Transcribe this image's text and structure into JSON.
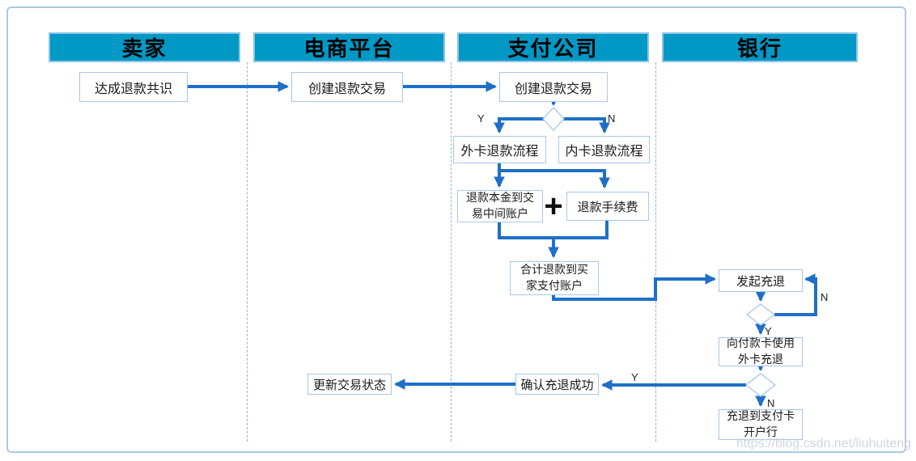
{
  "lanes": [
    {
      "label": "卖家"
    },
    {
      "label": "电商平台"
    },
    {
      "label": "支付公司"
    },
    {
      "label": "银行"
    }
  ],
  "nodes": {
    "seller_consensus": "达成退款共识",
    "platform_create_refund": "创建退款交易",
    "payment_create_refund": "创建退款交易",
    "foreign_card_refund": "外卡退款流程",
    "domestic_card_refund": "内卡退款流程",
    "refund_principal": "退款本金到交易中间账户",
    "refund_fee": "退款手续费",
    "total_refund": "合计退款到买家支付账户",
    "initiate_chargeback": "发起充退",
    "foreign_chargeback": "向付款卡使用外卡充退",
    "chargeback_issuing_bank": "充退到支付卡开户行",
    "confirm_chargeback": "确认充退成功",
    "update_status": "更新交易状态"
  },
  "branch_labels": {
    "yes": "Y",
    "no": "N"
  },
  "operator": {
    "plus": "+"
  },
  "watermark": "https://blog.csdn.net/liuhuiteng",
  "colors": {
    "lane_header_fill": "#0098C5",
    "lane_header_border": "#8CC6E8",
    "connector": "#1E6FC9",
    "node_border": "#A9C7E9",
    "divider": "#8DB4E2",
    "frame_border": "#AFC7E5",
    "watermark_text": "#CCD2DE"
  }
}
